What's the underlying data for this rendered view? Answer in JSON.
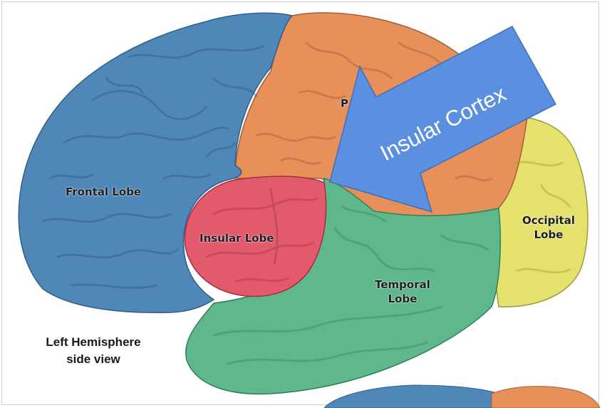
{
  "labels": {
    "frontal": "Frontal Lobe",
    "parietal_fragment": "P",
    "insular": "Insular Lobe",
    "temporal_line1": "Temporal",
    "temporal_line2": "Lobe",
    "occipital_line1": "Occipital",
    "occipital_line2": "Lobe"
  },
  "arrow": {
    "text": "Insular Cortex"
  },
  "caption": {
    "line1": "Left Hemisphere",
    "line2": "side view"
  },
  "colors": {
    "frontal": "#4f88b8",
    "parietal": "#e8905a",
    "insular": "#e25a6c",
    "temporal": "#5eb88c",
    "occipital": "#e4e26c",
    "arrow": "#5b8fe0"
  }
}
